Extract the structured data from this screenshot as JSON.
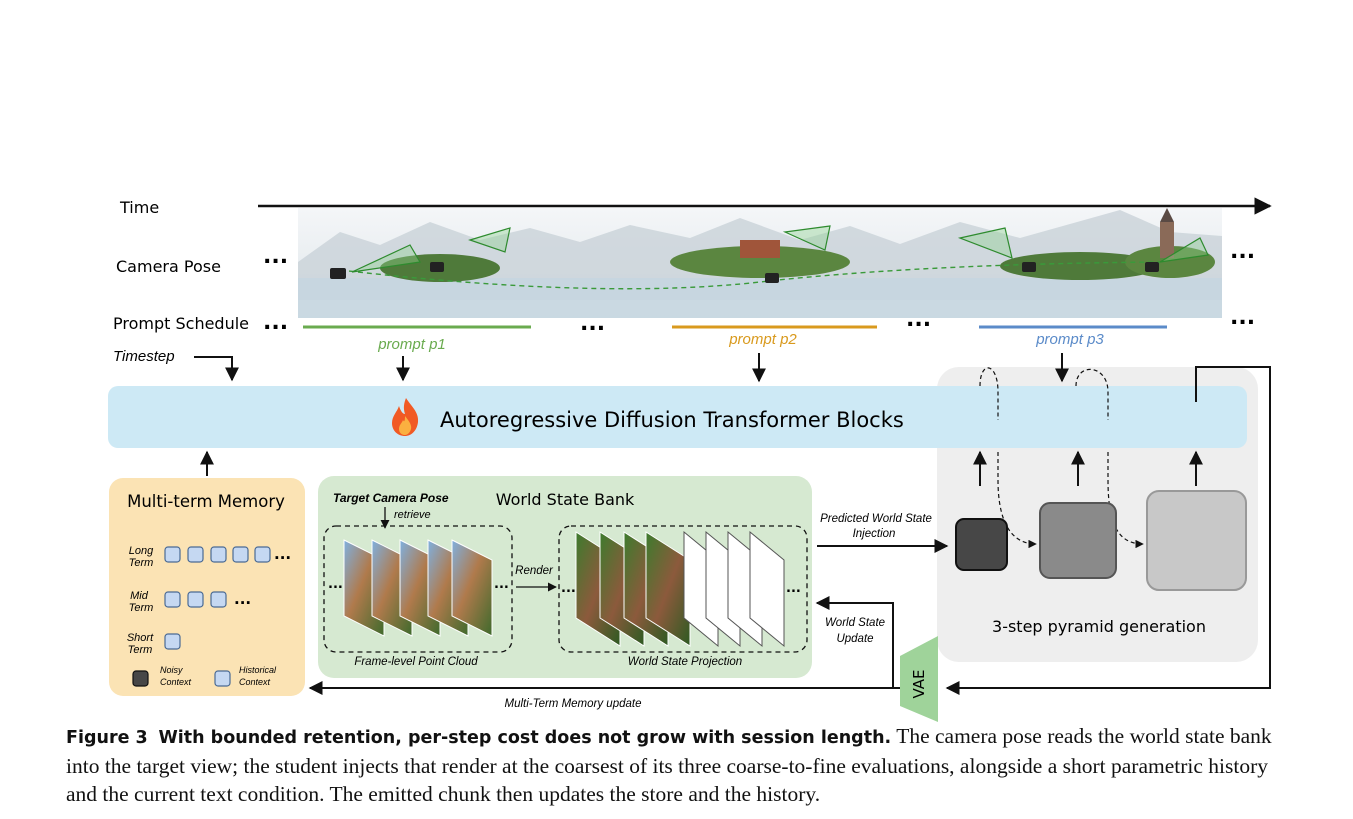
{
  "labels": {
    "time": "Time",
    "camera_pose": "Camera Pose",
    "prompt_schedule": "Prompt Schedule",
    "timestep": "Timestep",
    "ellipsis": "..."
  },
  "prompts": [
    {
      "label": "prompt p1",
      "color": "#6aab4f"
    },
    {
      "label": "prompt p2",
      "color": "#d99a1e"
    },
    {
      "label": "prompt p3",
      "color": "#5b8bc9"
    }
  ],
  "transformer": {
    "title": "Autoregressive Diffusion Transformer Blocks",
    "fill": "#cde9f5"
  },
  "memory": {
    "title": "Multi-term Memory",
    "fill": "#fbe3b4",
    "rows": [
      {
        "line1": "Long",
        "line2": "Term"
      },
      {
        "line1": "Mid",
        "line2": "Term"
      },
      {
        "line1": "Short",
        "line2": "Term"
      }
    ],
    "legend": [
      {
        "line1": "Noisy",
        "line2": "Context"
      },
      {
        "line1": "Historical",
        "line2": "Context"
      }
    ]
  },
  "world_state": {
    "title": "World State Bank",
    "fill": "#d6e9d1",
    "target_camera_pose": "Target Camera Pose",
    "retrieve": "retrieve",
    "render": "Render",
    "point_cloud": "Frame-level Point  Cloud",
    "projection": "World State Projection"
  },
  "pyramid": {
    "caption": "3-step pyramid generation",
    "fill": "#eeeeee",
    "block_colors": [
      "#474747",
      "#8a8a8a",
      "#c8c8c8"
    ]
  },
  "arrows": {
    "predicted_line1": "Predicted World State",
    "predicted_line2": "Injection",
    "update_line1": "World  State",
    "update_line2": "Update",
    "memory_update": "Multi-Term Memory update",
    "vae": "VAE",
    "vae_fill": "#9fd39a"
  },
  "caption": {
    "figure": "Figure 3",
    "bold": "With bounded retention, per-step cost does not grow with session length.",
    "text": "The camera pose reads the world state bank into the target view; the student injects that render at the coarsest of its three coarse-to-fine evaluations, alongside a short parametric history and the current text condition. The emitted chunk then updates the store and the history."
  }
}
